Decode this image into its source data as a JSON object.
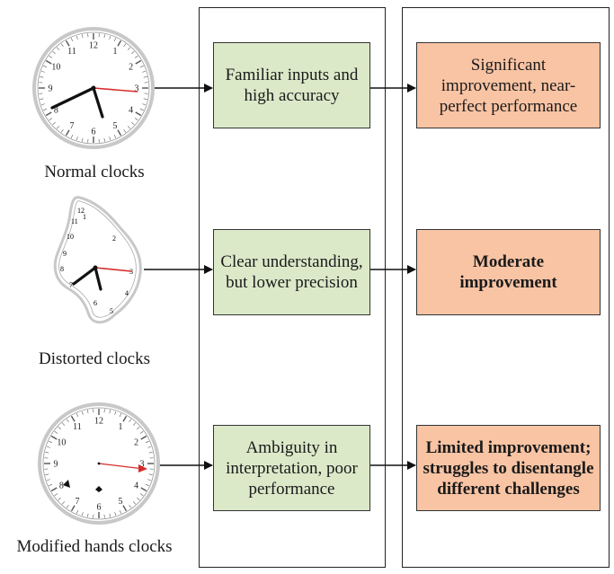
{
  "rows": [
    {
      "caption": "Normal clocks",
      "understanding": "Familiar inputs and high accuracy",
      "improvement": "Significant improvement, near-perfect performance"
    },
    {
      "caption": "Distorted clocks",
      "understanding": "Clear understanding, but lower precision",
      "improvement": "Moderate improvement"
    },
    {
      "caption": "Modified hands clocks",
      "understanding": "Ambiguity in interpretation, poor performance",
      "improvement": "Limited improvement; struggles to disentangle different challenges"
    }
  ],
  "clock_numerals": [
    "12",
    "1",
    "2",
    "3",
    "4",
    "5",
    "6",
    "7",
    "8",
    "9",
    "10",
    "11"
  ],
  "colors": {
    "green_box": "#dbe9c9",
    "orange_box": "#f9c4a4",
    "second_hand": "#d62b2b"
  }
}
